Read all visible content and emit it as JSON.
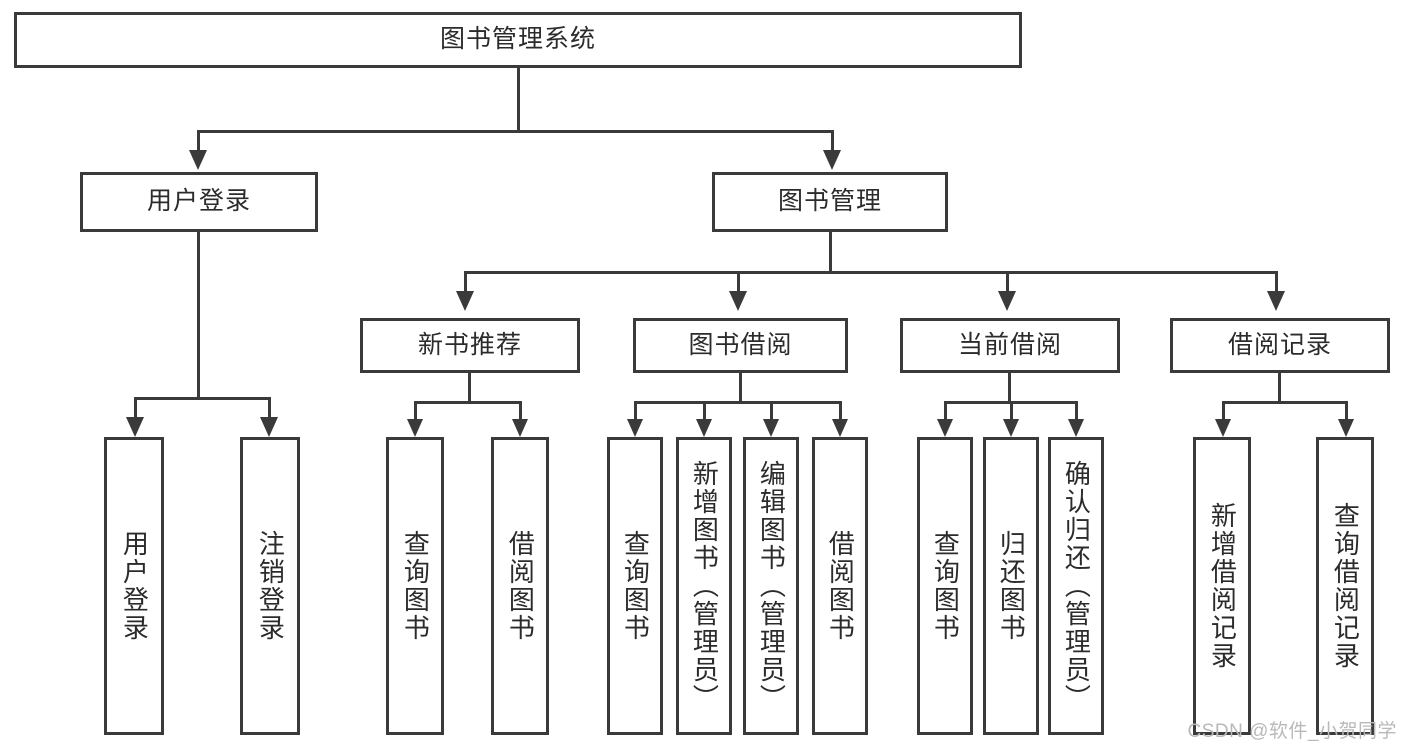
{
  "diagram": {
    "type": "tree-hierarchy-diagram",
    "title": "图书管理系统",
    "root": {
      "label": "图书管理系统"
    },
    "level2": [
      {
        "label": "用户登录"
      },
      {
        "label": "图书管理"
      }
    ],
    "level3": [
      {
        "label": "新书推荐"
      },
      {
        "label": "图书借阅"
      },
      {
        "label": "当前借阅"
      },
      {
        "label": "借阅记录"
      }
    ],
    "leaves": {
      "user_login": [
        {
          "label": "用户登录"
        },
        {
          "label": "注销登录"
        }
      ],
      "new_book_recommend": [
        {
          "label": "查询图书"
        },
        {
          "label": "借阅图书"
        }
      ],
      "book_borrow": [
        {
          "label": "查询图书"
        },
        {
          "label": "新增图书（管理员）"
        },
        {
          "label": "编辑图书（管理员）"
        },
        {
          "label": "借阅图书"
        }
      ],
      "current_borrow": [
        {
          "label": "查询图书"
        },
        {
          "label": "归还图书"
        },
        {
          "label": "确认归还（管理员）"
        }
      ],
      "borrow_record": [
        {
          "label": "新增借阅记录"
        },
        {
          "label": "查询借阅记录"
        }
      ]
    },
    "watermark": "CSDN @软件_小贺同学",
    "colors": {
      "stroke": "#3a3a3a",
      "text": "#2b2b2b",
      "background": "#ffffff",
      "watermark": "#b9b9b9"
    }
  }
}
